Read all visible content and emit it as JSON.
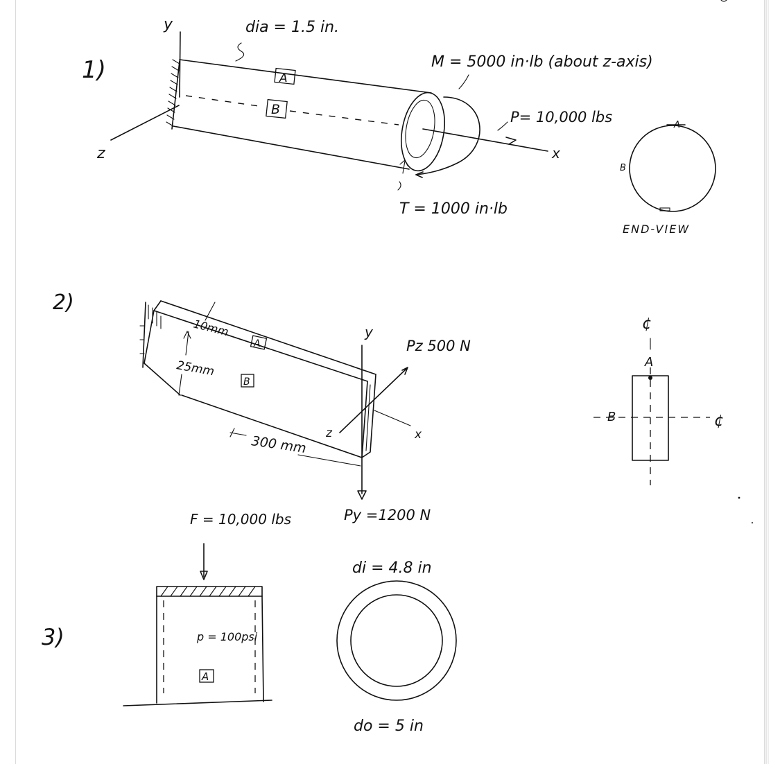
{
  "problem1": {
    "number": "1)",
    "diameter": "dia = 1.5 in.",
    "moment": "M = 5000 in·lb (about z-axis)",
    "axial_load": "P= 10,000 lbs",
    "torque": "T = 1000 in·lb",
    "axis_y": "y",
    "axis_z": "z",
    "axis_x": "x",
    "point_a": "A",
    "point_b": "B",
    "end_view_title": "END-VIEW",
    "end_view_a": "A",
    "end_view_b": "B"
  },
  "problem2": {
    "number": "2)",
    "thickness": "10mm",
    "height": "25mm",
    "length": "300 mm",
    "axis_y": "y",
    "axis_z": "z",
    "axis_x": "x",
    "point_a": "A",
    "point_b": "B",
    "force_z": "Pz 500 N",
    "force_y": "Py =1200 N",
    "centerline_symbol": "¢",
    "section_a": "A",
    "section_b": "B"
  },
  "problem3": {
    "number": "3)",
    "force": "F = 10,000 lbs",
    "pressure": "p = 100psi",
    "point_a": "A",
    "inner_diameter": "di = 4.8 in",
    "outer_diameter": "do = 5 in"
  }
}
